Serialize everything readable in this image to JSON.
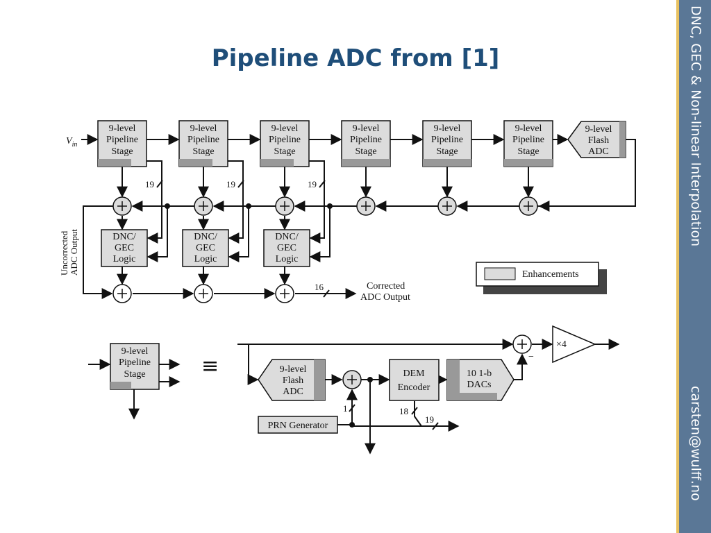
{
  "slide": {
    "title": "Pipeline ADC from [1]",
    "side_text": "DNC, GEC & Non-linear Interpolation",
    "email": "carsten@wulff.no"
  },
  "diagram": {
    "stage_label": [
      "9-level",
      "Pipeline",
      "Stage"
    ],
    "flash_label": [
      "9-level",
      "Flash",
      "ADC"
    ],
    "logic_label": [
      "DNC/",
      "GEC",
      "Logic"
    ],
    "vin": "V",
    "vin_sub": "in",
    "bus_19": "19",
    "bus_16": "16",
    "bus_1": "1",
    "bus_18": "18",
    "uncorrected": [
      "Uncorrected",
      "ADC Output"
    ],
    "corrected": [
      "Corrected",
      "ADC Output"
    ],
    "legend": "Enhancements",
    "equiv": "≡",
    "dem_label": [
      "DEM",
      "Encoder"
    ],
    "dacs_label": [
      "10 1-b",
      "DACs"
    ],
    "prn": "PRN Generator",
    "gain": "×4",
    "minus": "−",
    "colors": {
      "block_fill": "#dcdcdc",
      "enh_fill": "#999999",
      "line": "#111111"
    }
  }
}
